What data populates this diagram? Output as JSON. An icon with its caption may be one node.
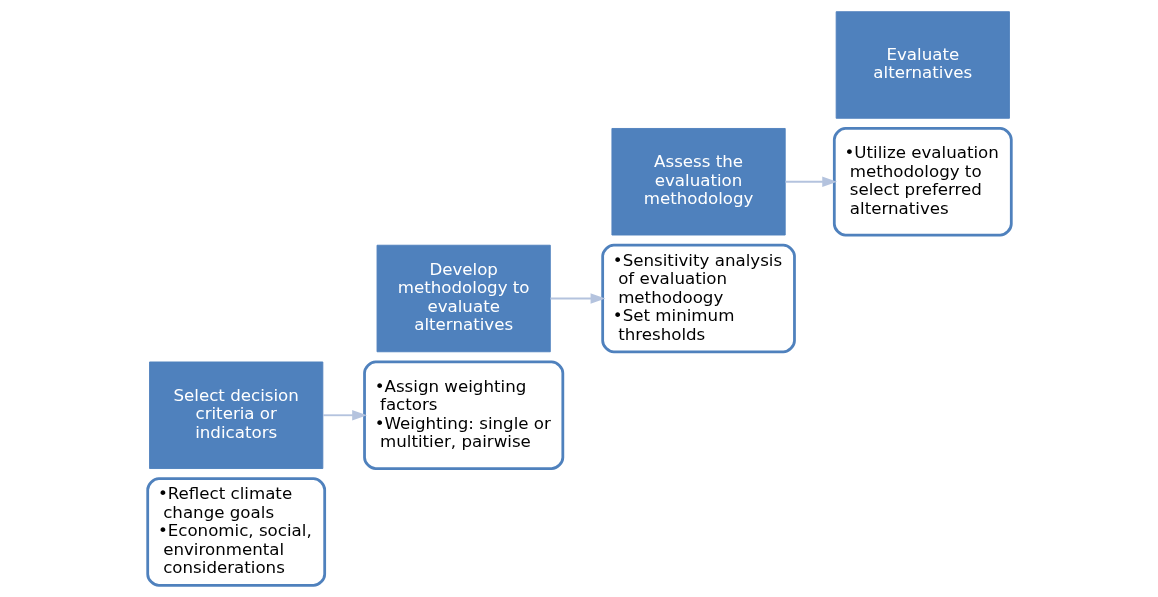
{
  "diagram": {
    "nodes": [
      {
        "text": [
          "•Reflect climate change goals",
          "•Economic, social, environmental considerations"
        ]
      },
      {
        "text": [
          "Select decision criteria or indicators"
        ]
      },
      {
        "text": [
          "Develop methodology to evaluate alternatives"
        ]
      },
      {
        "text": [
          "•Assign weighting factors",
          "•Weighting: single or multitier, pairwise"
        ]
      },
      {
        "text": [
          "•Sensitivity analysis of evaluation methodoogy",
          "•Set minimum thresholds"
        ]
      },
      {
        "text": [
          "Assess the evaluation methodology"
        ]
      },
      {
        "text": [
          "Evaluate alternatives"
        ]
      },
      {
        "text": [
          "•Utilize evaluation methodology to select preferred alternatives"
        ]
      }
    ],
    "edges": [
      {
        "from": 1,
        "to": 3,
        "arrow": "to"
      },
      {
        "from": 2,
        "to": 4,
        "arrow": "to"
      },
      {
        "from": 5,
        "to": 7,
        "arrow": "to"
      }
    ]
  }
}
